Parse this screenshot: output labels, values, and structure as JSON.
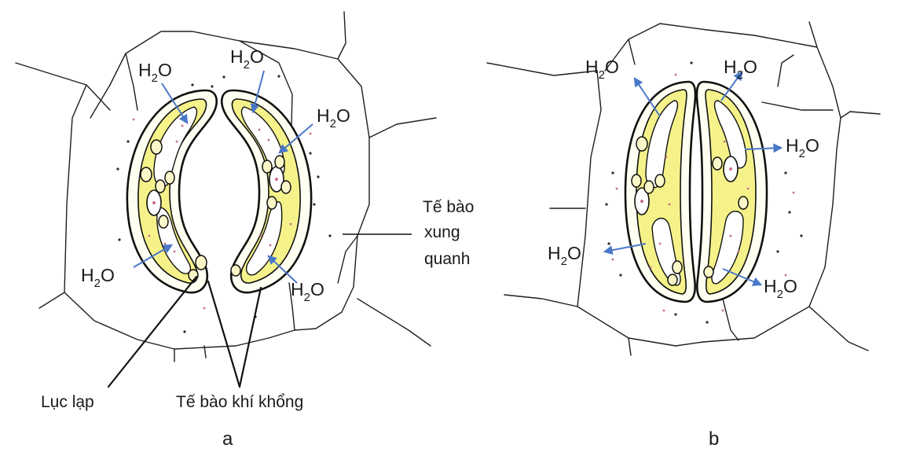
{
  "diagrams": [
    {
      "id": "a",
      "panel_label": "a",
      "state": "open",
      "water_labels": [
        {
          "base": "H",
          "sub": "2",
          "tail": "O"
        },
        {
          "base": "H",
          "sub": "2",
          "tail": "O"
        },
        {
          "base": "H",
          "sub": "2",
          "tail": "O"
        },
        {
          "base": "H",
          "sub": "2",
          "tail": "O"
        },
        {
          "base": "H",
          "sub": "2",
          "tail": "O"
        }
      ],
      "callouts": {
        "chloroplast": "Lục lạp",
        "guard_cells": "Tế bào khí khổng",
        "surrounding_cells": [
          "Tế bào",
          "xung",
          "quanh"
        ]
      }
    },
    {
      "id": "b",
      "panel_label": "b",
      "state": "closed",
      "water_labels": [
        {
          "base": "H",
          "sub": "2",
          "tail": "O"
        },
        {
          "base": "H",
          "sub": "2",
          "tail": "O"
        },
        {
          "base": "H",
          "sub": "2",
          "tail": "O"
        },
        {
          "base": "H",
          "sub": "2",
          "tail": "O"
        },
        {
          "base": "H",
          "sub": "2",
          "tail": "O"
        }
      ]
    }
  ],
  "colors": {
    "guard_cell_fill": "#f5f28a",
    "water_arrow": "#4a78c8",
    "cytoplasm_dots": "#c86e83",
    "outline": "#111111"
  }
}
